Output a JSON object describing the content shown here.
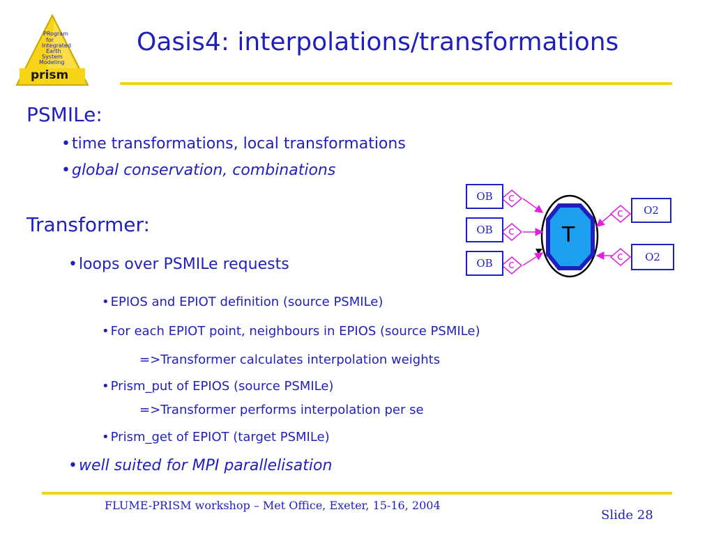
{
  "logo": {
    "lines": [
      "PRogram",
      "for",
      "Integrated",
      "Earth",
      "System",
      "Modeling"
    ],
    "word": "prism"
  },
  "title": "Oasis4: interpolations/transformations",
  "sections": {
    "psmile": {
      "heading": "PSMILe:",
      "bullets": [
        "time transformations, local transformations",
        "global conservation, combinations"
      ]
    },
    "transformer": {
      "heading": "Transformer:",
      "bullet1": "loops over PSMILe requests",
      "sub1": "EPIOS and EPIOT definition (source PSMILe)",
      "sub2": "For each EPIOT point, neighbours in EPIOS (source PSMILe)",
      "sub2_note": "=>Transformer calculates interpolation weights",
      "sub3": "Prism_put of EPIOS (source PSMILe)",
      "sub3_note": "=>Transformer performs interpolation per se",
      "sub4": "Prism_get of EPIOT (target PSMILe)",
      "bullet2": "well suited for MPI parallelisation"
    }
  },
  "diagram": {
    "ob_label": "OB",
    "o2_label": "O2",
    "c_label": "c",
    "t_label": "T"
  },
  "footer": {
    "text": "FLUME-PRISM workshop – Met Office, Exeter, 15-16, 2004",
    "slide": "Slide 28"
  },
  "colors": {
    "text": "#1f1fbf",
    "rule": "#f2d21a",
    "magenta": "#e020e0",
    "transformer_fill": "#1ea0f0"
  }
}
